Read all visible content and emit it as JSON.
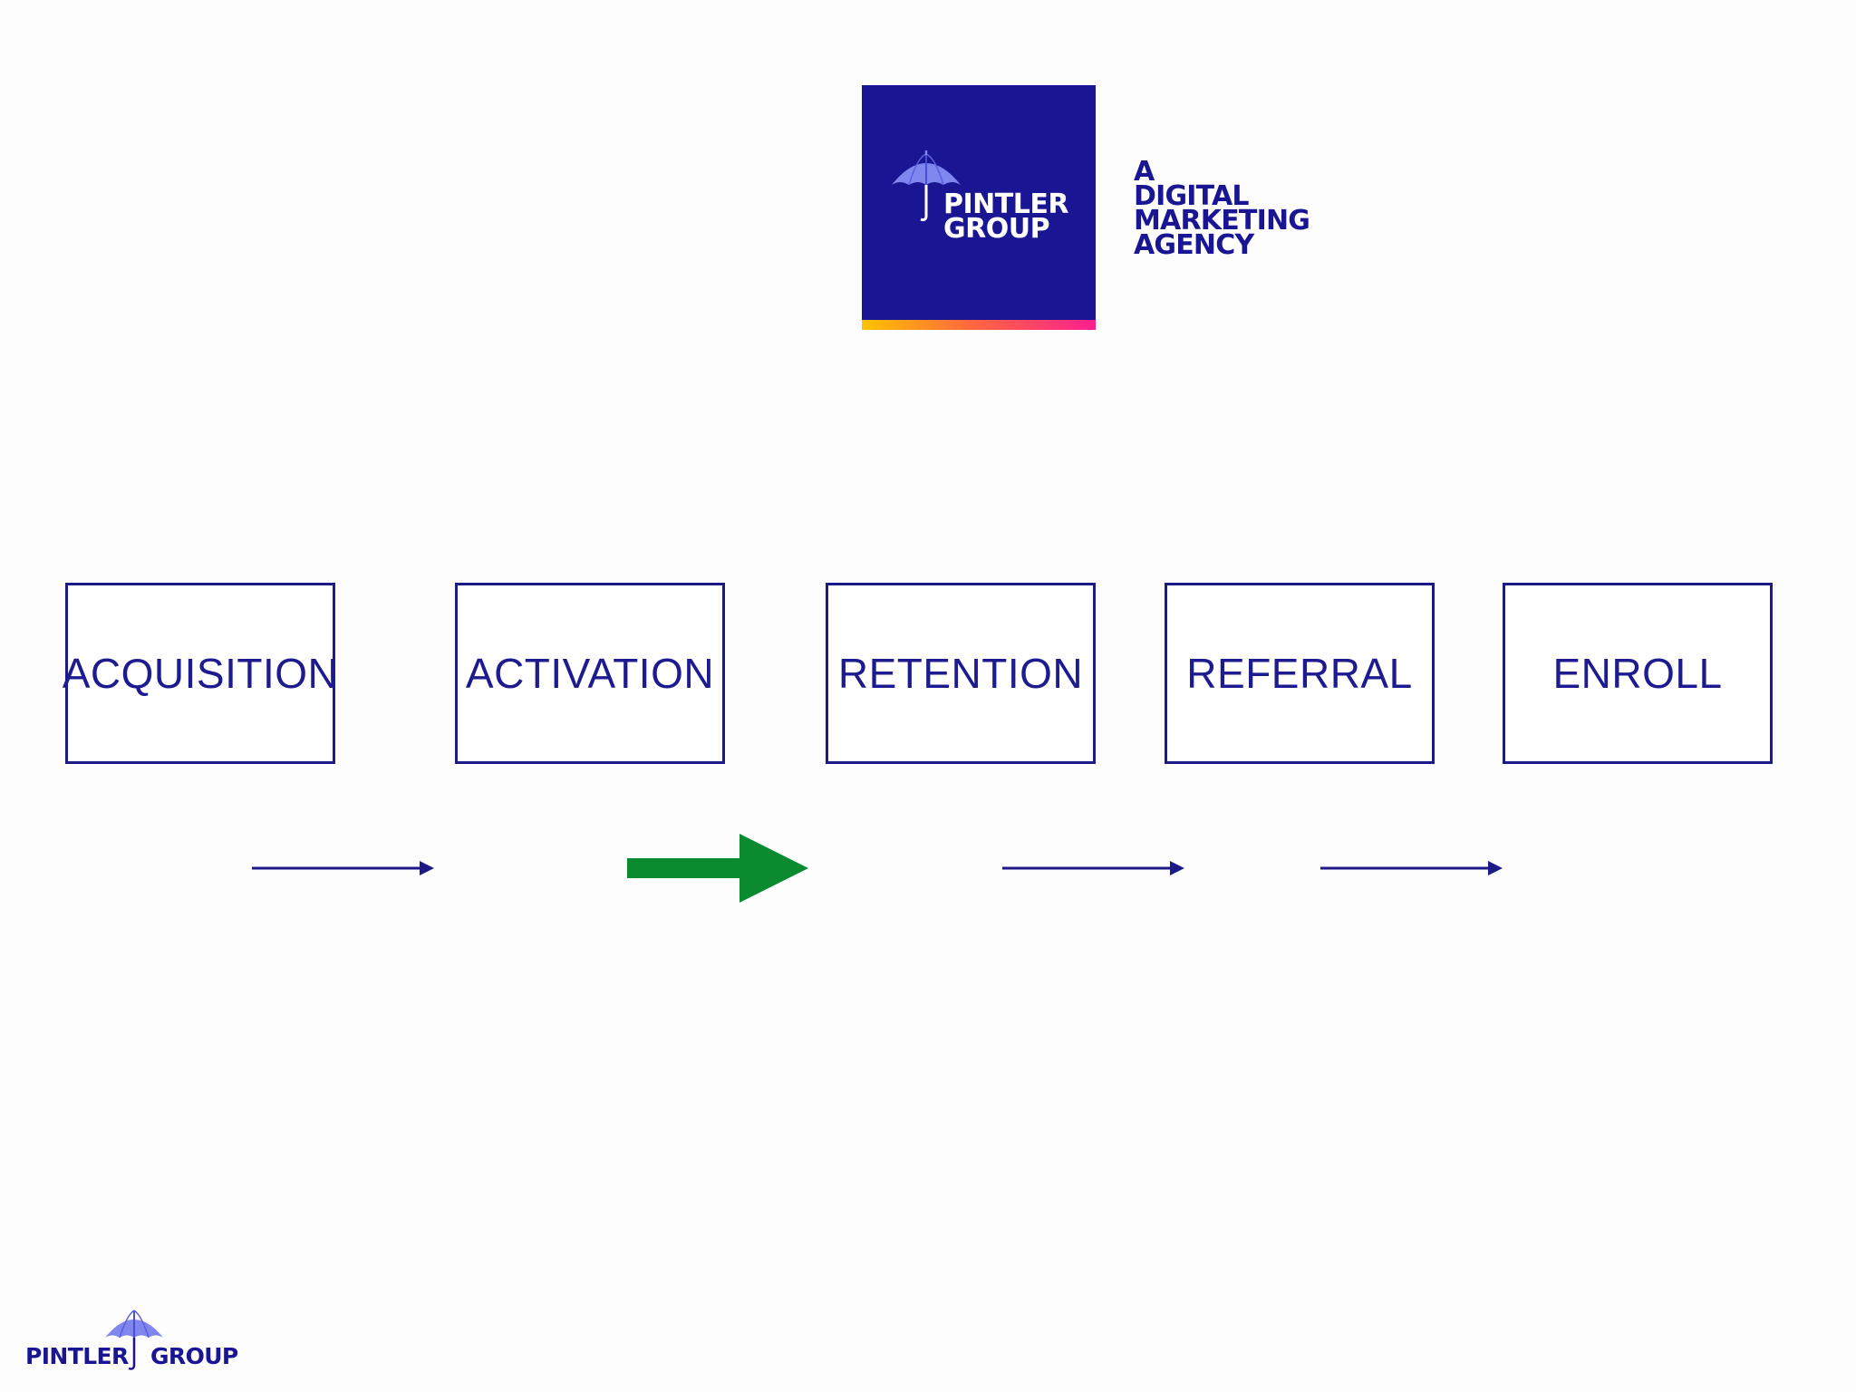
{
  "logo": {
    "line1": "PINTLER",
    "line2": "GROUP",
    "icon": "umbrella-icon",
    "bg_color": "#1a1592"
  },
  "tagline": {
    "line1": "A",
    "line2": "DIGITAL",
    "line3": "MARKETING",
    "line4": "AGENCY"
  },
  "stages": [
    {
      "label": "ACQUISITION"
    },
    {
      "label": "ACTIVATION"
    },
    {
      "label": "RETENTION"
    },
    {
      "label": "REFERRAL"
    },
    {
      "label": "ENROLL"
    }
  ],
  "arrows": {
    "normal_color": "#1c1a86",
    "highlight_color": "#0a8a2e",
    "highlighted_index": 1
  },
  "footer": {
    "left": "PINTLER",
    "right": "GROUP",
    "icon": "umbrella-icon"
  }
}
